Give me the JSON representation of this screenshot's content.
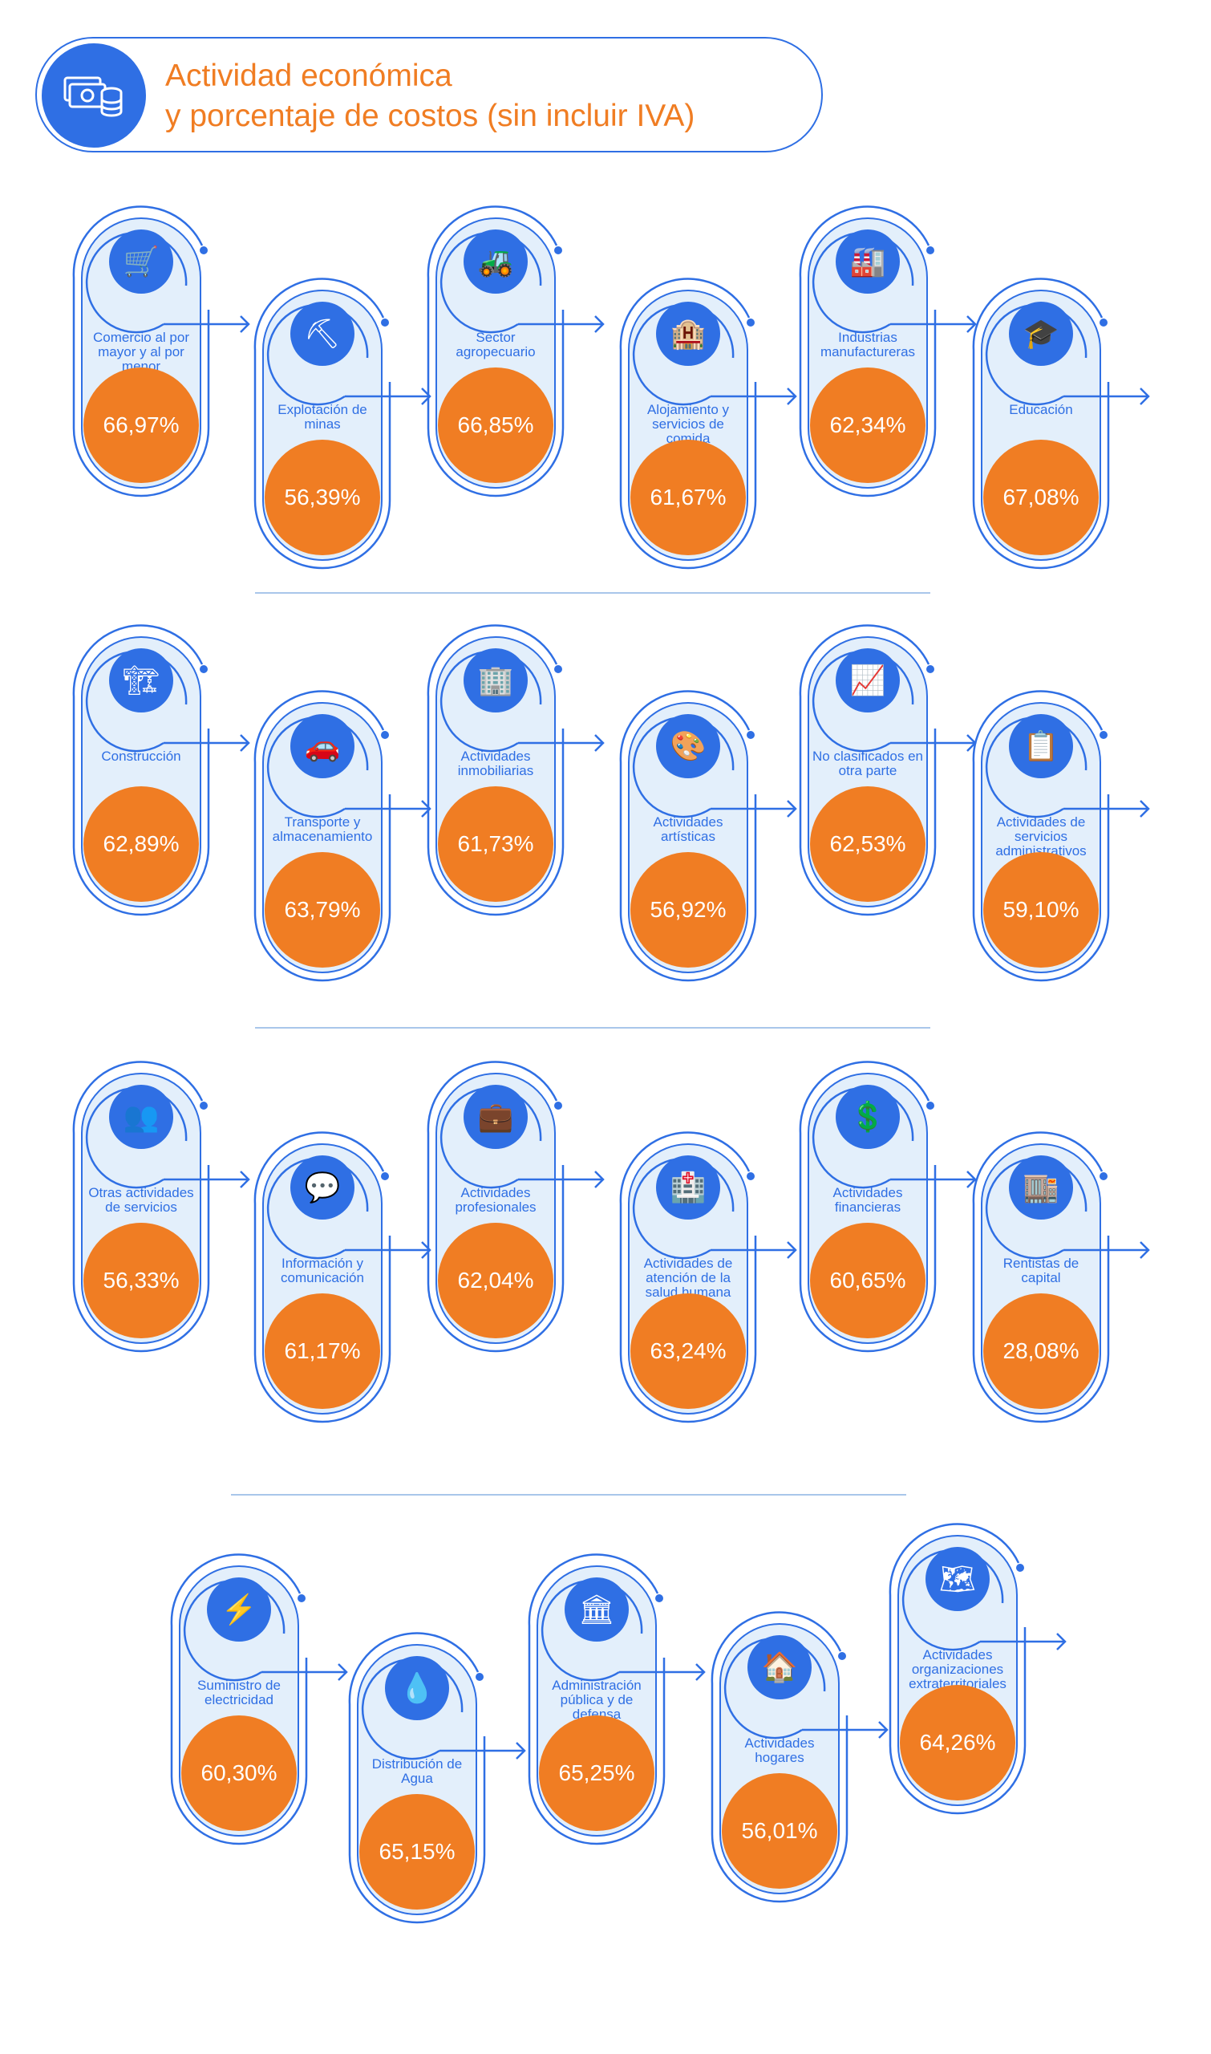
{
  "header": {
    "title_line1": "Actividad económica",
    "title_line2": "y porcentaje de costos (sin incluir IVA)",
    "icon": "money-coins-icon"
  },
  "colors": {
    "primary": "#2f6fe4",
    "accent": "#f07d23",
    "panel": "#e3effb"
  },
  "sectors": [
    {
      "label": "Comercio  al por mayor y al por menor",
      "value": "66,97%",
      "icon": "shopping-cart-icon",
      "glyph": "🛒"
    },
    {
      "label": "Explotación de minas",
      "value": "56,39%",
      "icon": "miner-icon",
      "glyph": "⛏"
    },
    {
      "label": "Sector agropecuario",
      "value": "66,85%",
      "icon": "tractor-icon",
      "glyph": "🚜"
    },
    {
      "label": "Alojamiento y servicios de comida",
      "value": "61,67%",
      "icon": "hotel-icon",
      "glyph": "🏨"
    },
    {
      "label": "Industrias manufactureras",
      "value": "62,34%",
      "icon": "factory-worker-icon",
      "glyph": "🏭"
    },
    {
      "label": "Educación",
      "value": "67,08%",
      "icon": "classroom-icon",
      "glyph": "🎓"
    },
    {
      "label": "Construcción",
      "value": "62,89%",
      "icon": "crane-icon",
      "glyph": "🏗"
    },
    {
      "label": "Transporte y almacenamiento",
      "value": "63,79%",
      "icon": "car-icon",
      "glyph": "🚗"
    },
    {
      "label": "Actividades inmobiliarias",
      "value": "61,73%",
      "icon": "building-icon",
      "glyph": "🏢"
    },
    {
      "label": "Actividades artísticas",
      "value": "56,92%",
      "icon": "palette-icon",
      "glyph": "🎨"
    },
    {
      "label": "No clasificados en otra parte",
      "value": "62,53%",
      "icon": "growth-chart-icon",
      "glyph": "📈"
    },
    {
      "label": "Actividades de servicios administrativos",
      "value": "59,10%",
      "icon": "documents-icon",
      "glyph": "📋"
    },
    {
      "label": "Otras actividades de servicios",
      "value": "56,33%",
      "icon": "people-group-icon",
      "glyph": "👥"
    },
    {
      "label": "Información y comunicación",
      "value": "61,17%",
      "icon": "chat-bubbles-icon",
      "glyph": "💬"
    },
    {
      "label": "Actividades profesionales",
      "value": "62,04%",
      "icon": "professional-desk-icon",
      "glyph": "💼"
    },
    {
      "label": "Actividades de atención de la salud humana",
      "value": "63,24%",
      "icon": "hospital-icon",
      "glyph": "🏥"
    },
    {
      "label": "Actividades financieras",
      "value": "60,65%",
      "icon": "finance-report-icon",
      "glyph": "💲"
    },
    {
      "label": "Rentistas de capital",
      "value": "28,08%",
      "icon": "apartment-building-icon",
      "glyph": "🏬"
    },
    {
      "label": "Suministro de electricidad",
      "value": "60,30%",
      "icon": "electric-plug-icon",
      "glyph": "⚡"
    },
    {
      "label": "Distribución de Agua",
      "value": "65,15%",
      "icon": "water-drop-icon",
      "glyph": "💧"
    },
    {
      "label": "Administración pública y de defensa",
      "value": "65,25%",
      "icon": "government-building-icon",
      "glyph": "🏛"
    },
    {
      "label": "Actividades hogares",
      "value": "56,01%",
      "icon": "house-icon",
      "glyph": "🏠"
    },
    {
      "label": "Actividades organizaciones extraterritoriales",
      "value": "64,26%",
      "icon": "map-flag-icon",
      "glyph": "🗺"
    }
  ]
}
